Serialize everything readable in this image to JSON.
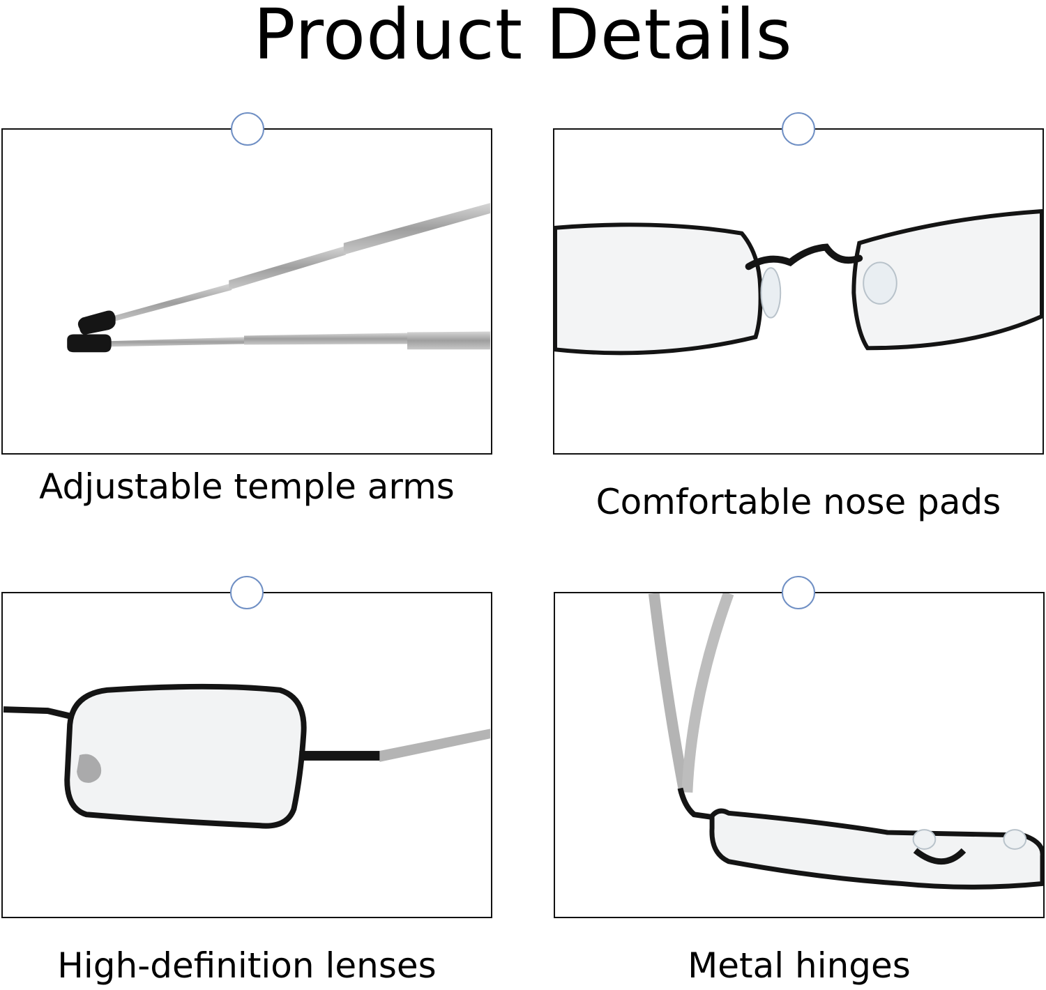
{
  "page": {
    "title": "Product Details"
  },
  "features": [
    {
      "caption": "Adjustable temple arms",
      "image_icon": "temple-arms-photo"
    },
    {
      "caption": "Comfortable nose pads",
      "image_icon": "nose-pads-photo"
    },
    {
      "caption": "High-definition lenses",
      "image_icon": "lens-photo"
    },
    {
      "caption": "Metal hinges",
      "image_icon": "hinges-photo"
    }
  ],
  "colors": {
    "background": "#ffffff",
    "panel_border": "#111111",
    "marker_ring": "#6f8fc4",
    "frame": "#141414",
    "metal": "#b4b4b4"
  }
}
